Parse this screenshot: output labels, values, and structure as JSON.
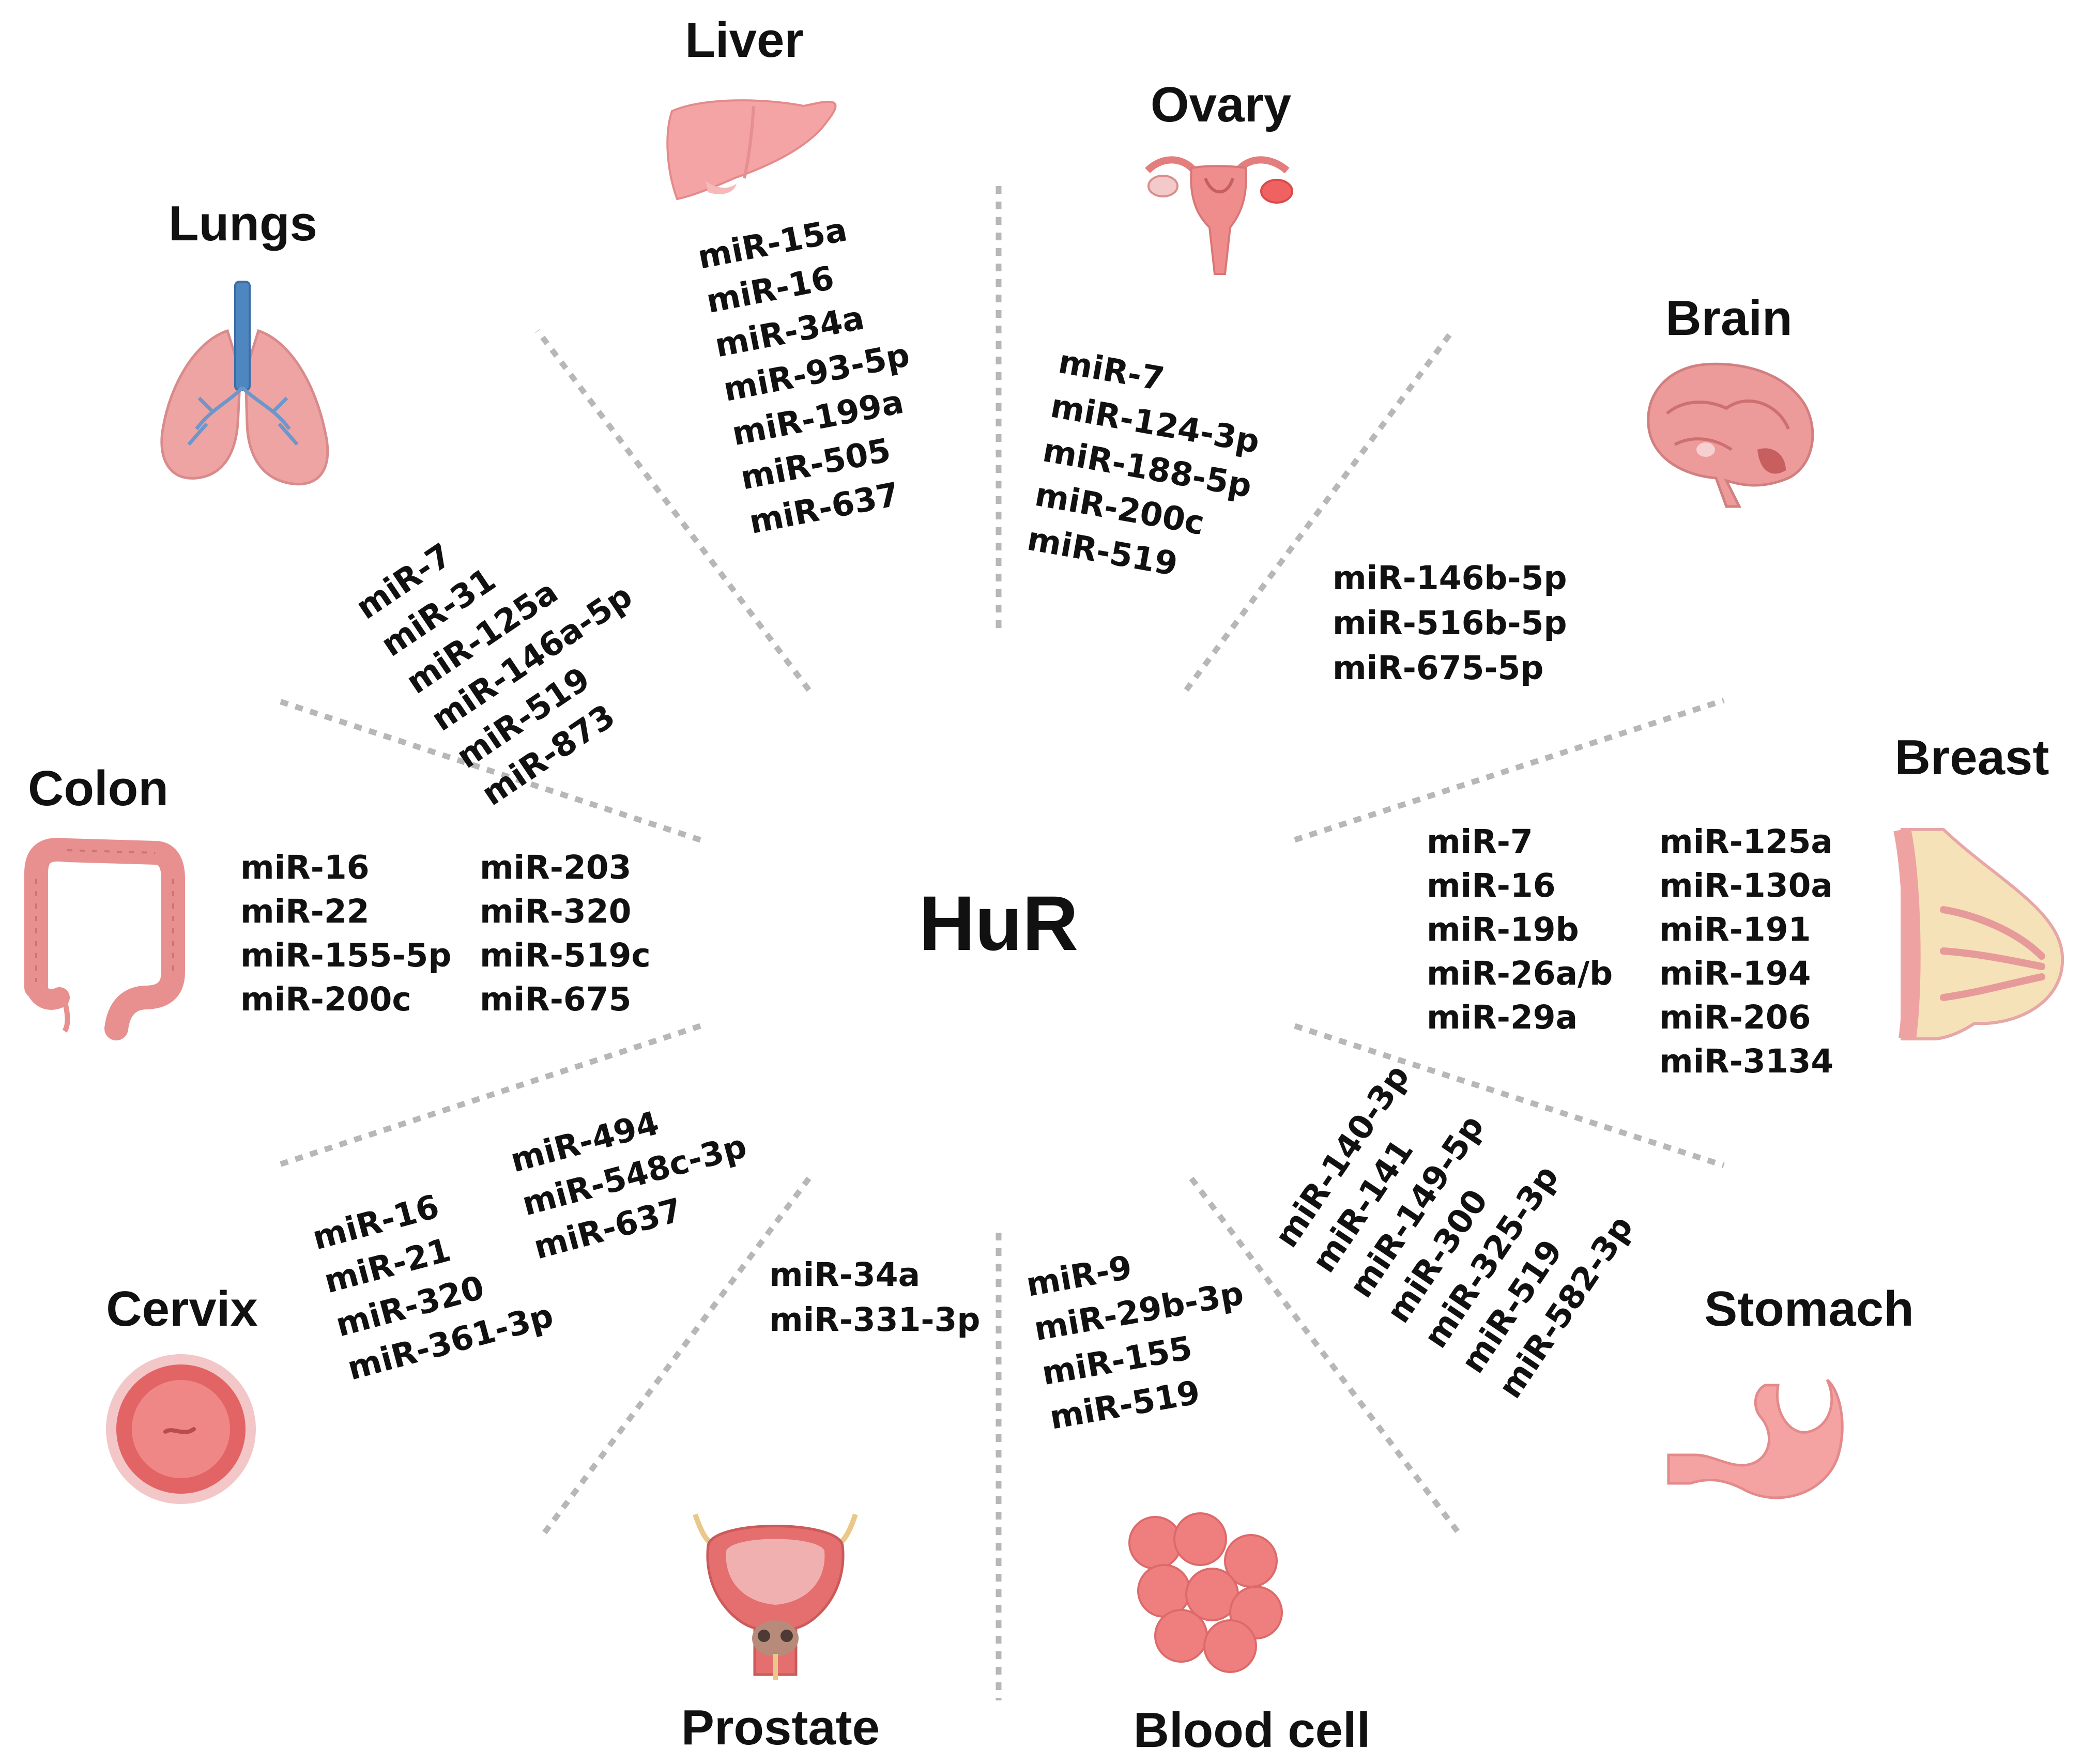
{
  "center": {
    "label": "HuR"
  },
  "organs": {
    "liver": {
      "title": "Liver",
      "mirs": [
        "miR-15a",
        "miR-16",
        "miR-34a",
        "miR-93-5p",
        "miR-199a",
        "miR-505",
        "miR-637"
      ]
    },
    "ovary": {
      "title": "Ovary",
      "mirs": [
        "miR-7",
        "miR-124-3p",
        "miR-188-5p",
        "miR-200c",
        "miR-519"
      ]
    },
    "lungs": {
      "title": "Lungs",
      "mirs": [
        "miR-7",
        "miR-31",
        "miR-125a",
        "miR-146a-5p",
        "miR-519",
        "miR-873"
      ]
    },
    "brain": {
      "title": "Brain",
      "mirs": [
        "miR-146b-5p",
        "miR-516b-5p",
        "miR-675-5p"
      ]
    },
    "colon": {
      "title": "Colon",
      "mirs_left": [
        "miR-16",
        "miR-22",
        "miR-155-5p",
        "miR-200c"
      ],
      "mirs_right": [
        "miR-203",
        "miR-320",
        "miR-519c",
        "miR-675"
      ]
    },
    "breast": {
      "title": "Breast",
      "mirs_left": [
        "miR-7",
        "miR-16",
        "miR-19b",
        "miR-26a/b",
        "miR-29a"
      ],
      "mirs_right": [
        "miR-125a",
        "miR-130a",
        "miR-191",
        "miR-194",
        "miR-206",
        "miR-3134"
      ]
    },
    "cervix": {
      "title": "Cervix",
      "mirs_left": [
        "miR-16",
        "miR-21",
        "miR-320",
        "miR-361-3p"
      ],
      "mirs_right": [
        "miR-494",
        "miR-548c-3p",
        "miR-637"
      ]
    },
    "prostate": {
      "title": "Prostate",
      "mirs": [
        "miR-34a",
        "miR-331-3p"
      ]
    },
    "blood": {
      "title": "Blood cell",
      "mirs": [
        "miR-9",
        "miR-29b-3p",
        "miR-155",
        "miR-519"
      ]
    },
    "stomach": {
      "title": "Stomach",
      "mirs": [
        "miR-140-3p",
        "miR-141",
        "miR-149-5p",
        "miR-300",
        "miR-325-3p",
        "miR-519",
        "miR-582-3p"
      ]
    }
  }
}
